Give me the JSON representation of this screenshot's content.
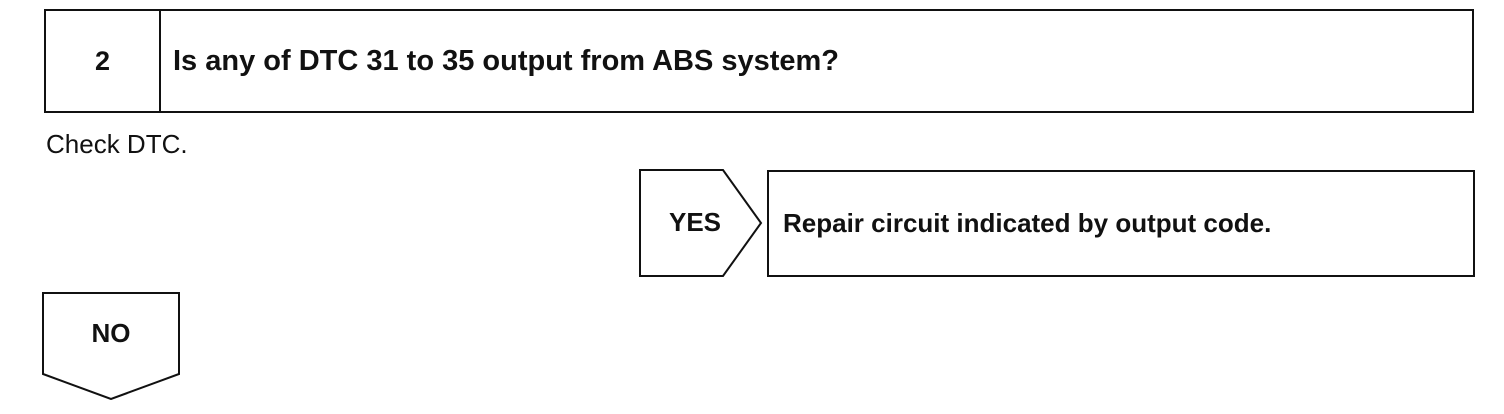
{
  "step": {
    "number": "2",
    "question": "Is any of DTC 31 to 35 output from ABS system?"
  },
  "instruction": "Check DTC.",
  "yes_branch": {
    "label": "YES",
    "result": "Repair circuit indicated by output code."
  },
  "no_branch": {
    "label": "NO"
  }
}
